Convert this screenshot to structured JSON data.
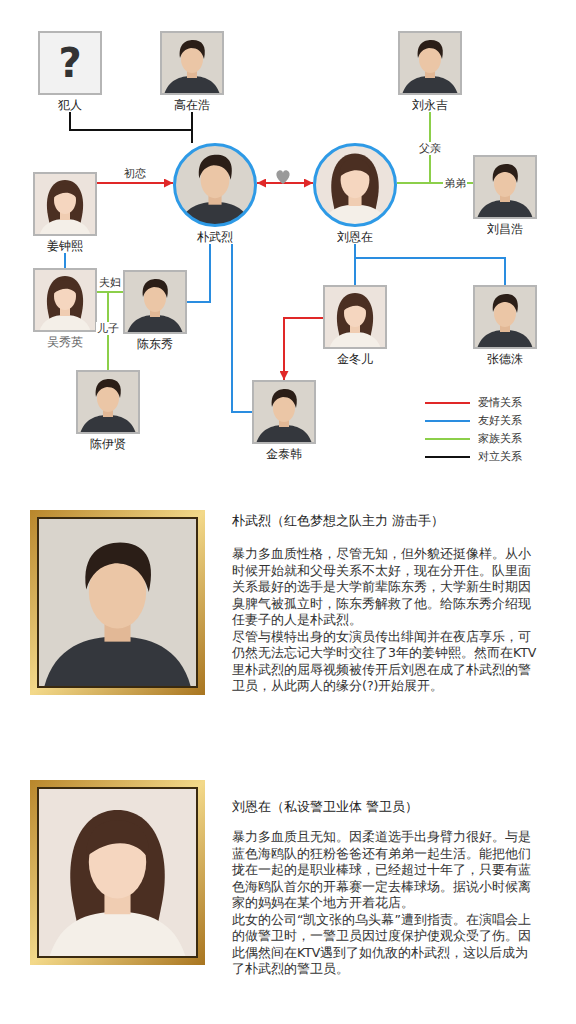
{
  "diagram": {
    "nodes": [
      {
        "text": [
          "?",
          "犯人"
        ]
      },
      {
        "text": [
          "高在浩"
        ]
      },
      {
        "text": [
          "刘永吉"
        ]
      },
      {
        "text": [
          "姜钟熙"
        ]
      },
      {
        "text": [
          "朴武烈"
        ]
      },
      {
        "text": [
          "刘恩在"
        ]
      },
      {
        "text": [
          "刘昌浩"
        ]
      },
      {
        "text": [
          "吴秀英"
        ]
      },
      {
        "text": [
          "陈东秀"
        ]
      },
      {
        "text": [
          "金冬儿"
        ]
      },
      {
        "text": [
          "张德洙"
        ]
      },
      {
        "text": [
          "陈伊贤"
        ]
      },
      {
        "text": [
          "金泰韩"
        ]
      }
    ],
    "edges": [
      {
        "from": 0,
        "to": 4,
        "arrow": "none"
      },
      {
        "from": 1,
        "to": 4,
        "arrow": "none"
      },
      {
        "from": 3,
        "to": 4,
        "label": "初恋",
        "arrow": "to"
      },
      {
        "from": 4,
        "to": 5,
        "arrow": "both"
      },
      {
        "from": 2,
        "to": 5,
        "label": "父亲",
        "arrow": "none"
      },
      {
        "from": 5,
        "to": 6,
        "label": "弟弟",
        "arrow": "none"
      },
      {
        "from": 3,
        "to": 7,
        "arrow": "none"
      },
      {
        "from": 7,
        "to": 8,
        "label": "夫妇",
        "arrow": "none"
      },
      {
        "from": 11,
        "to": 7,
        "label": "儿子",
        "arrow": "none"
      },
      {
        "from": 11,
        "to": 8,
        "arrow": "none"
      },
      {
        "from": 4,
        "to": 8,
        "arrow": "none"
      },
      {
        "from": 4,
        "to": 12,
        "arrow": "none"
      },
      {
        "from": 5,
        "to": 9,
        "arrow": "none"
      },
      {
        "from": 5,
        "to": 10,
        "arrow": "none"
      },
      {
        "from": 9,
        "to": 12,
        "arrow": "to"
      }
    ],
    "labels": [
      "朴武烈（红色梦想之队主力 游击手）",
      "暴力多血质性格，尽管无知，但外貌还挺像样。从小时候开始就和父母关系不太好，现在分开住。队里面关系最好的选手是大学前辈陈东秀，大学新生时期因臭脾气被孤立时，陈东秀解救了他。给陈东秀介绍现任妻子的人是朴武烈。",
      "尽管与模特出身的女演员传出绯闻并在夜店享乐，可仍然无法忘记大学时交往了3年的姜钟熙。然而在KTV里朴武烈的屈辱视频被传开后刘恩在成了朴武烈的警卫员，从此两人的缘分(?)开始展开。",
      "刘恩在（私设警卫业体 警卫员）",
      "暴力多血质且无知。因柔道选手出身臂力很好。与是蓝色海鸥队的狂粉爸爸还有弟弟一起生活。能把他们拢在一起的是职业棒球，已经超过十年了，只要有蓝色海鸥队首尔的开幕赛一定去棒球场。据说小时候离家的妈妈在某个地方开着花店。",
      "此女的公司“凯文张的乌头幕”遭到指责。在演唱会上的做警卫时，一警卫员因过度保护使观众受了伤。因此偶然间在KTV遇到了如仇敌的朴武烈，这以后成为了朴武烈的警卫员。"
    ],
    "legend": [
      {
        "text": "爱情关系",
        "color": "#e02828"
      },
      {
        "text": "友好关系",
        "color": "#2a8de0"
      },
      {
        "text": "家族关系",
        "color": "#8ccf4a"
      },
      {
        "text": "对立关系",
        "color": "#111111"
      }
    ]
  }
}
